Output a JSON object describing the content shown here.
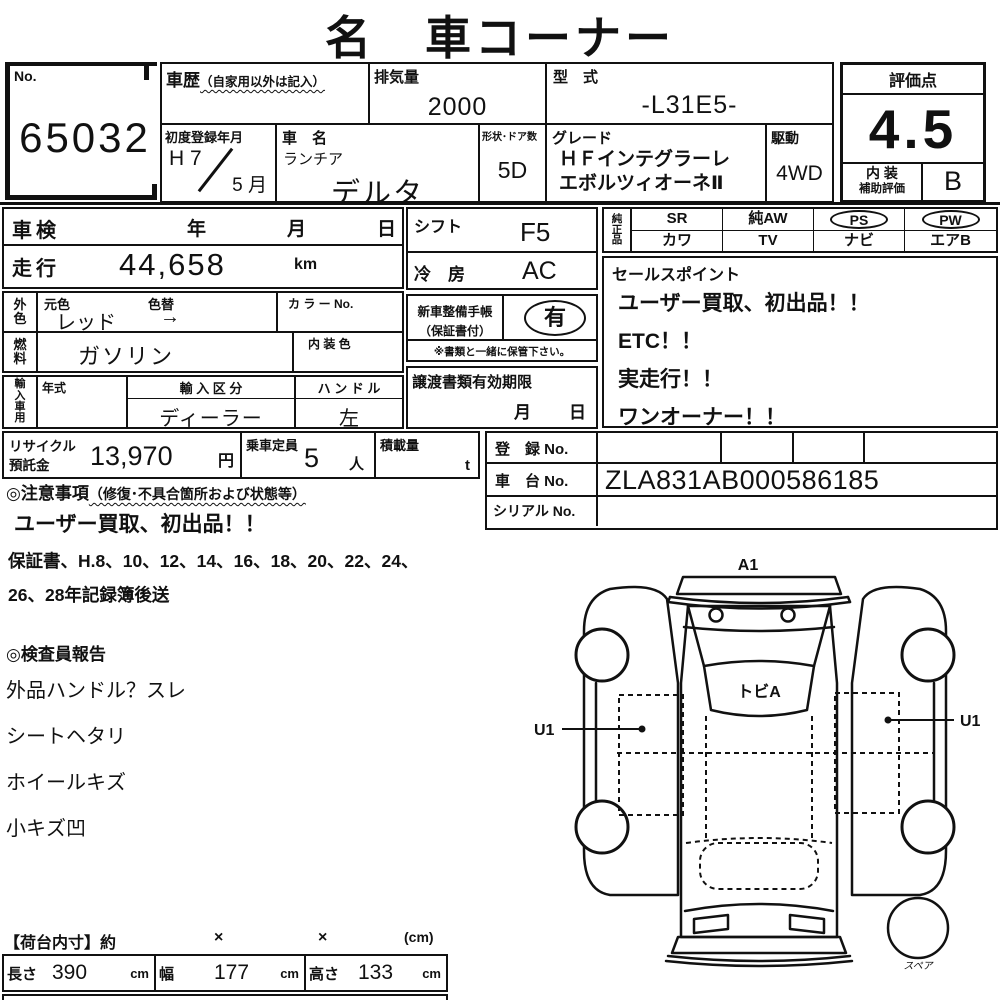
{
  "title": "名　車コーナー",
  "no_box": {
    "label": "No.",
    "value": "65032"
  },
  "header": {
    "history": {
      "label": "車歴",
      "note": "（自家用以外は記入）"
    },
    "displacement": {
      "label": "排気量",
      "value": "2000"
    },
    "model_code": {
      "label": "型　式",
      "value": "-L31E5-"
    },
    "first_registration": {
      "label": "初度登録年月",
      "year": "H 7",
      "month": "5 月"
    },
    "car_name": {
      "label": "車　名",
      "maker": "ランチア",
      "model": "デルタ"
    },
    "body_doors": {
      "label": "形状･ドア数",
      "value": "5D"
    },
    "grade": {
      "label": "グレード",
      "line1": "ＨＦインテグラーレ",
      "line2": "エボルツィオーネⅡ"
    },
    "drive": {
      "label": "駆動",
      "value": "4WD"
    }
  },
  "rating": {
    "label": "評価点",
    "score": "4.5",
    "interior_label1": "内 装",
    "interior_label2": "補助評価",
    "interior_grade": "B"
  },
  "left_panel": {
    "shaken": {
      "label": "車検",
      "year": "年",
      "month": "月",
      "day": "日"
    },
    "mileage": {
      "label": "走行",
      "value": "44,658",
      "unit": "km"
    },
    "exterior": {
      "side_label": "外色",
      "orig_label": "元色",
      "change_label": "色替",
      "value": "レッド",
      "arrow": "→",
      "color_no_label": "カ ラ ー No."
    },
    "fuel": {
      "side_label": "燃料",
      "value": "ガソリン",
      "interior_color_label": "内 装 色"
    },
    "import": {
      "side_label": "輸入車用",
      "year_label": "年式",
      "division_label": "輸 入 区 分",
      "division_value": "ディーラー",
      "handle_label": "ハ ン ド ル",
      "handle_value": "左"
    },
    "recycle": {
      "label1": "リサイクル",
      "label2": "預託金",
      "value": "13,970",
      "unit": "円",
      "capacity_label": "乗車定員",
      "capacity_value": "5",
      "capacity_unit": "人",
      "load_label": "積載量",
      "load_unit": "t"
    }
  },
  "middle_panel": {
    "shift": {
      "label": "シフト",
      "value": "F5"
    },
    "ac": {
      "label": "冷　房",
      "value": "AC"
    },
    "maintenance": {
      "label1": "新車整備手帳",
      "label2": "（保証書付）",
      "value": "有",
      "note": "※書類と一緒に保管下さい。"
    },
    "transfer": {
      "label": "譲渡書類有効期限",
      "month": "月",
      "day": "日"
    }
  },
  "equipment": {
    "side_label": "純正品",
    "row1": [
      "SR",
      "純AW",
      "PS",
      "PW"
    ],
    "row2": [
      "カワ",
      "TV",
      "ナビ",
      "エアB"
    ]
  },
  "sales_points": {
    "label": "セールスポイント",
    "lines": [
      "ユーザー買取、初出品！！",
      "ETC！！",
      "実走行！！",
      "ワンオーナー！！"
    ]
  },
  "registration": {
    "reg_label": "登　録 No.",
    "reg_value": "",
    "chassis_label": "車　台 No.",
    "chassis_value": "ZLA831AB000586185",
    "serial_label": "シリアル No.",
    "serial_value": ""
  },
  "notes": {
    "heading": "◎注意事項",
    "heading_note": "（修復･不具合箇所および状態等）",
    "line1": "ユーザー買取、初出品！！",
    "line2": "保証書、H.8、10、12、14、16、18、20、22、24、",
    "line3": "26、28年記録簿後送"
  },
  "inspector": {
    "heading": "◎検査員報告",
    "lines": [
      "外品ハンドル？スレ",
      "シートヘタリ",
      "ホイールキズ",
      "小キズ凹"
    ]
  },
  "cargo": {
    "heading": "【荷台内寸】約",
    "x1": "×",
    "x2": "×",
    "unit_note": "(cm)",
    "length_label": "長さ",
    "length_value": "390",
    "width_label": "幅",
    "width_value": "177",
    "height_label": "高さ",
    "height_value": "133",
    "unit": "cm"
  },
  "diagram": {
    "a1": "A1",
    "windshield": "トビA",
    "u1_left": "U1",
    "u1_right": "U1",
    "spare": "スペア"
  }
}
